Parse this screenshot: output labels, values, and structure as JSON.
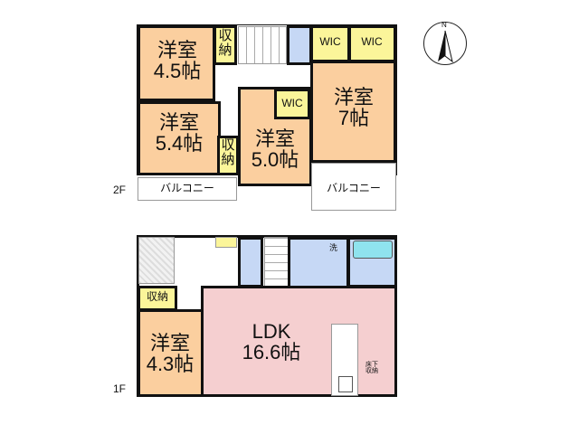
{
  "floor2": {
    "label": "2F",
    "rooms": [
      {
        "name": "洋室",
        "size": "4.5帖"
      },
      {
        "name": "洋室",
        "size": "5.4帖"
      },
      {
        "name": "洋室",
        "size": "5.0帖"
      },
      {
        "name": "洋室",
        "size": "7帖"
      }
    ],
    "storage": "収納",
    "wic": "WIC",
    "balcony": "バルコニー"
  },
  "floor1": {
    "label": "1F",
    "room": {
      "name": "洋室",
      "size": "4.3帖"
    },
    "ldk": {
      "name": "LDK",
      "size": "16.6帖"
    },
    "storage": "収納",
    "wash": "洗",
    "underfloor": "床下\n収納"
  },
  "compass": {
    "label": "N"
  }
}
